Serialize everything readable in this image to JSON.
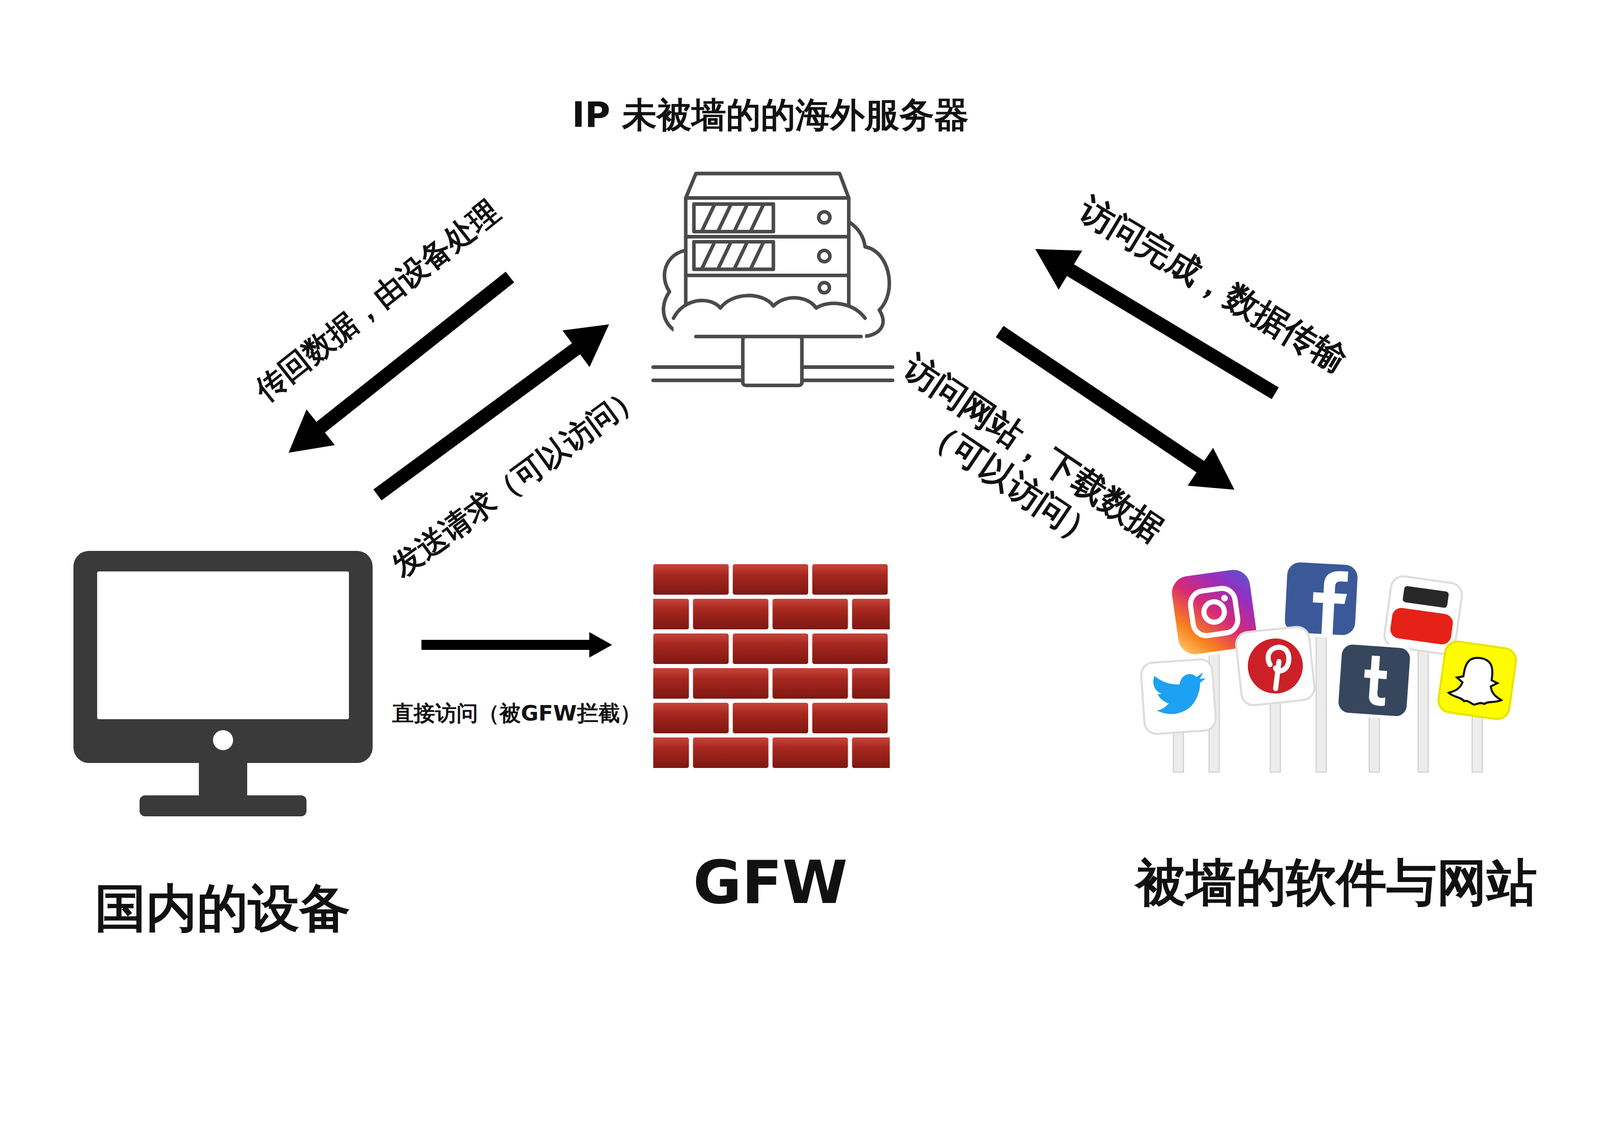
{
  "diagram": {
    "nodes": [
      {
        "text": [
          "IP 未被墙的的海外服务器"
        ]
      },
      {
        "text": [
          "国内的设备"
        ]
      },
      {
        "text": [
          "GFW"
        ]
      },
      {
        "text": [
          "被墙的软件与网站"
        ]
      }
    ],
    "edges": [
      {
        "from": 1,
        "to": 0,
        "label": "发送请求（可以访问）",
        "arrow": "to"
      },
      {
        "from": 0,
        "to": 1,
        "label": "传回数据，由设备处理",
        "arrow": "to"
      },
      {
        "from": 0,
        "to": 3,
        "label": "访问网站，下载数据 （可以访问）",
        "arrow": "to"
      },
      {
        "from": 3,
        "to": 0,
        "label": "访问完成，数据传输",
        "arrow": "to"
      },
      {
        "from": 1,
        "to": 2,
        "label": "直接访问（被GFW拦截）",
        "arrow": "to"
      }
    ]
  }
}
